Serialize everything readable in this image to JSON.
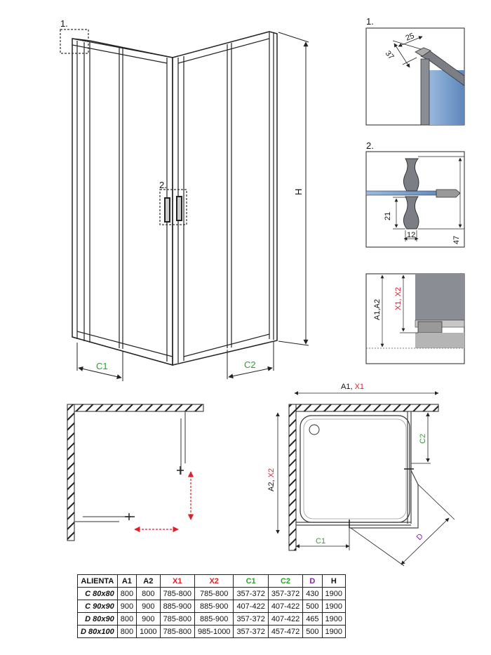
{
  "colors": {
    "red": "#e0202a",
    "green": "#2aa52a",
    "purple": "#8a1fb0",
    "glass_blue": "#6f97c8",
    "frame_gray": "#7b7f85"
  },
  "detail_labels": {
    "d1": "1.",
    "d2": "2."
  },
  "perspective": {
    "callout1": "1.",
    "callout2": "2.",
    "height": "H",
    "c1": "C1",
    "c2": "C2"
  },
  "detail1": {
    "label": "1.",
    "dim_depth": "37",
    "dim_width": "25"
  },
  "detail2": {
    "label": "2.",
    "dim_height": "21",
    "dim_width": "12",
    "dim_total": "47"
  },
  "detail3": {
    "dim_a": "A1,A2",
    "dim_x": "X1, X2"
  },
  "plan": {
    "a1": "A1, ",
    "x1": "X1",
    "a2": "A2, ",
    "x2": "X2",
    "c1": "C1",
    "c2": "C2",
    "d": "D"
  },
  "table": {
    "headers": [
      {
        "label": "ALIENTA",
        "color": ""
      },
      {
        "label": "A1",
        "color": ""
      },
      {
        "label": "A2",
        "color": ""
      },
      {
        "label": "X1",
        "color": "red"
      },
      {
        "label": "X2",
        "color": "red"
      },
      {
        "label": "C1",
        "color": "green"
      },
      {
        "label": "C2",
        "color": "green"
      },
      {
        "label": "D",
        "color": "purple"
      },
      {
        "label": "H",
        "color": ""
      }
    ],
    "rows": [
      [
        "C 80x80",
        "800",
        "800",
        "785-800",
        "785-800",
        "357-372",
        "357-372",
        "430",
        "1900"
      ],
      [
        "C 90x90",
        "900",
        "900",
        "885-900",
        "885-900",
        "407-422",
        "407-422",
        "500",
        "1900"
      ],
      [
        "D 80x90",
        "800",
        "900",
        "785-800",
        "885-900",
        "357-372",
        "407-422",
        "465",
        "1900"
      ],
      [
        "D 80x100",
        "800",
        "1000",
        "785-800",
        "985-1000",
        "357-372",
        "457-472",
        "500",
        "1900"
      ]
    ]
  }
}
